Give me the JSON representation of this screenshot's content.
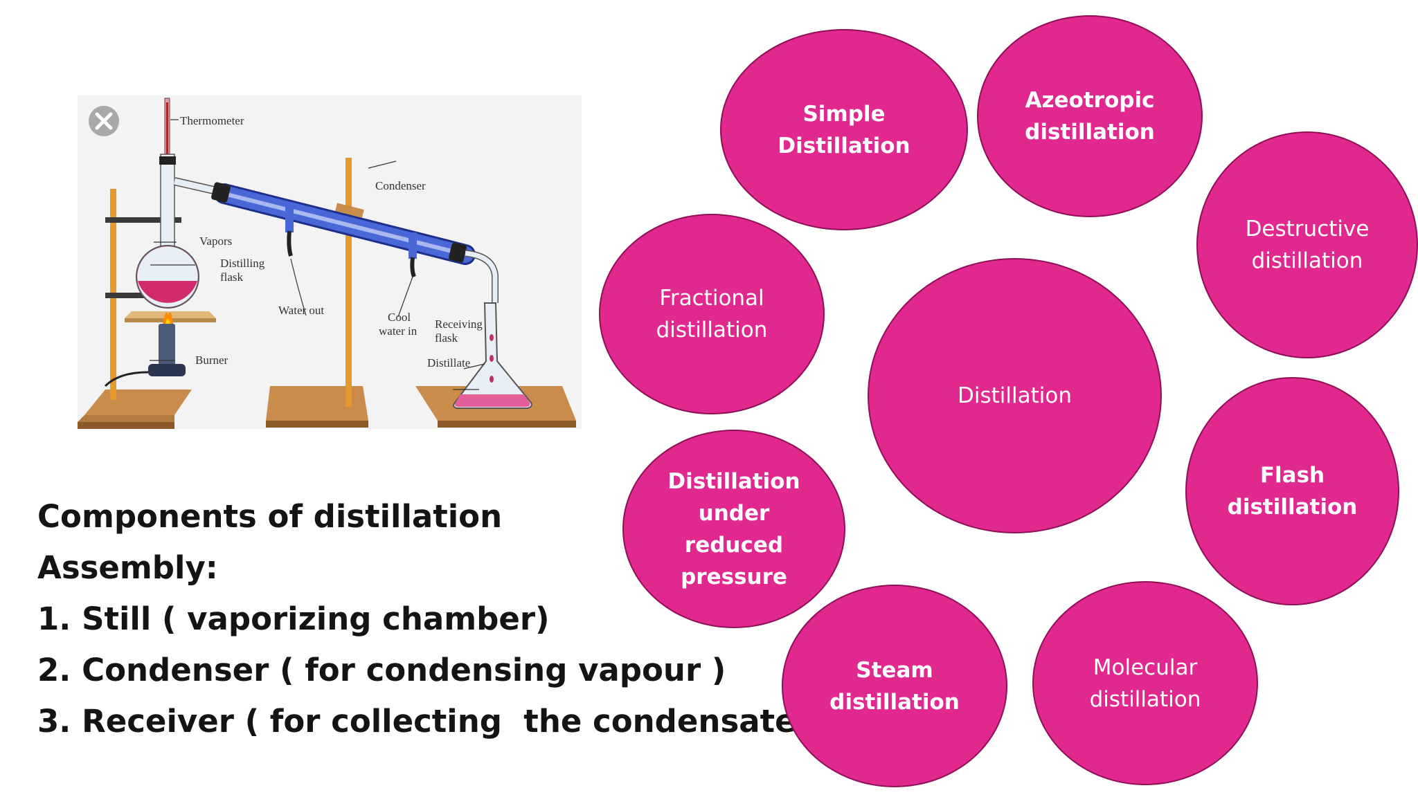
{
  "figure": {
    "close_icon": "close-icon",
    "labels": {
      "thermometer": "Thermometer",
      "condenser": "Condenser",
      "vapors": "Vapors",
      "distilling_flask_1": "Distilling",
      "distilling_flask_2": "flask",
      "water_out": "Water out",
      "cool_water_1": "Cool",
      "cool_water_2": "water in",
      "receiving_flask_1": "Receiving",
      "receiving_flask_2": "flask",
      "burner": "Burner",
      "distillate": "Distillate"
    }
  },
  "components": {
    "heading_line1": "Components of distillation",
    "heading_line2": "Assembly:",
    "items": [
      "1. Still ( vaporizing chamber)",
      "2. Condenser ( for condensing vapour )",
      "3. Receiver ( for collecting  the condensate)"
    ]
  },
  "diagram": {
    "center": "Distillation",
    "types": {
      "simple": "Simple\nDistillation",
      "azeotropic": "Azeotropic\ndistillation",
      "destructive": "Destructive\ndistillation",
      "fractional": "Fractional\ndistillation",
      "flash": "Flash\ndistillation",
      "reduced_pressure": "Distillation\nunder\nreduced\npressure",
      "steam": "Steam\ndistillation",
      "molecular": "Molecular\ndistillation"
    },
    "colors": {
      "bubble_fill": "#e1288f",
      "bubble_border": "#8e0f55",
      "text": "#ffffff"
    }
  }
}
